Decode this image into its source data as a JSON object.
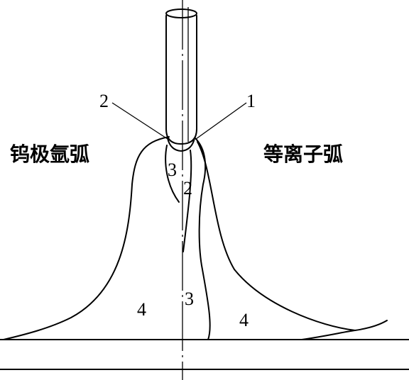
{
  "labels": {
    "left_title": "钨极氩弧",
    "right_title": "等离子弧",
    "callout_left": "2",
    "callout_right": "1",
    "zone_3_upper": "3",
    "zone_2": "2",
    "zone_3_lower": "3",
    "zone_4_left": "4",
    "zone_4_right": "4"
  }
}
